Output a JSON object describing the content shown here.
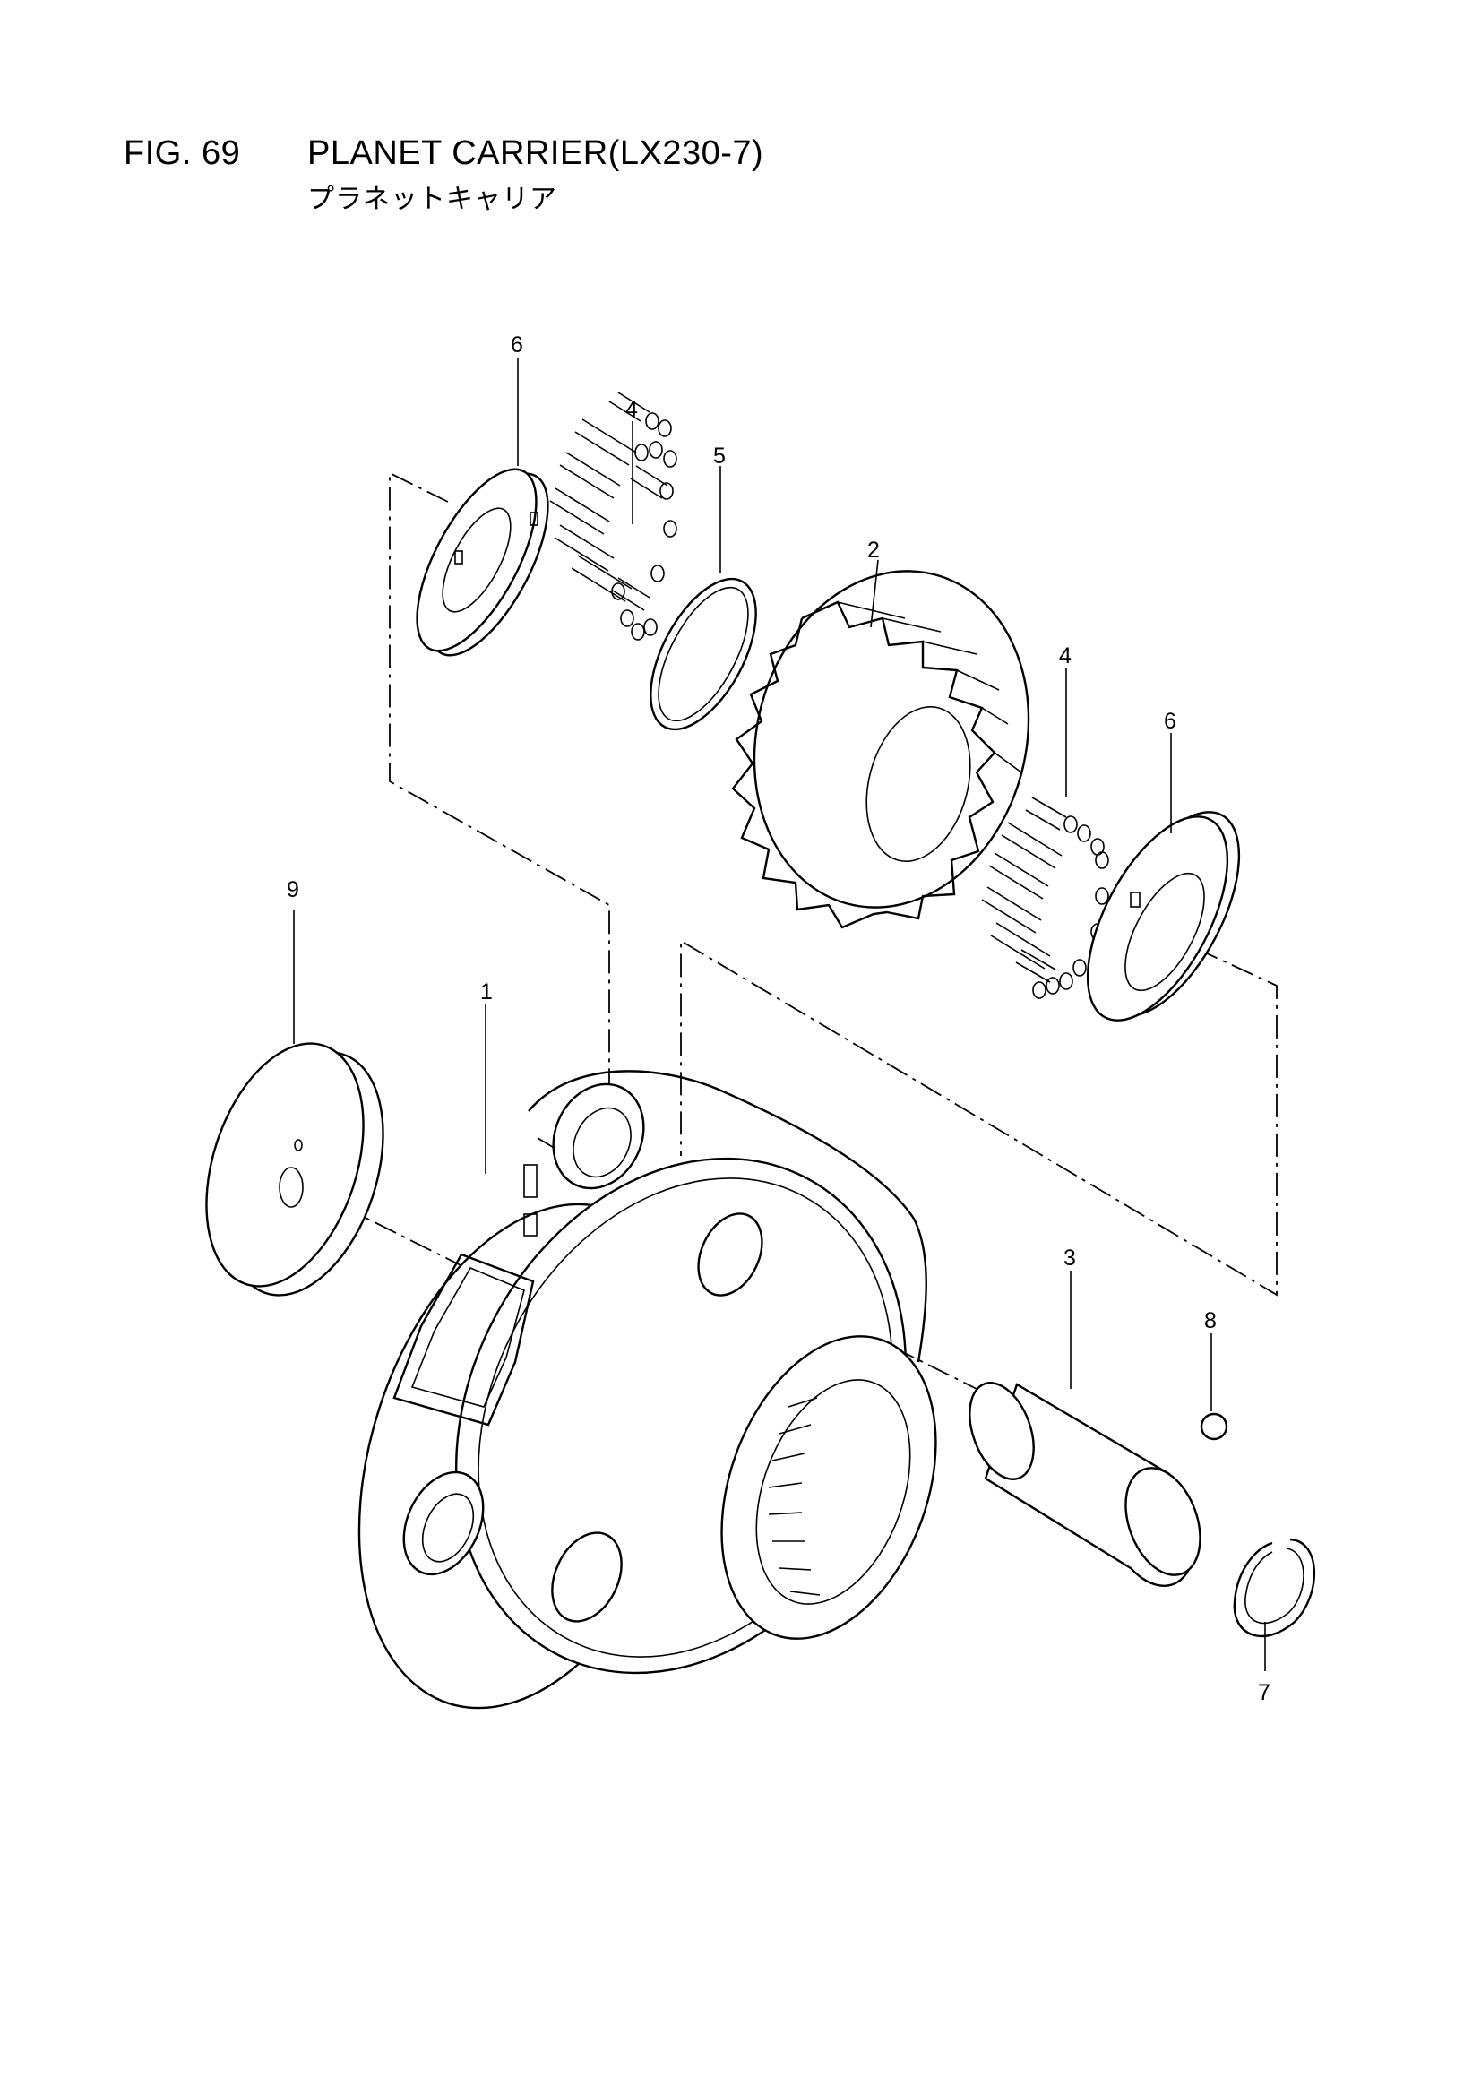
{
  "header": {
    "fig_number": "FIG. 69",
    "title": "PLANET CARRIER(LX230-7)",
    "subtitle": "プラネットキャリア"
  },
  "callouts": {
    "c1": "1",
    "c2": "2",
    "c3": "3",
    "c4a": "4",
    "c4b": "4",
    "c5": "5",
    "c6a": "6",
    "c6b": "6",
    "c7": "7",
    "c8": "8",
    "c9": "9"
  },
  "icons": {
    "planet_carrier": "planet-carrier-housing-icon",
    "planet_gear": "planet-gear-icon",
    "pin": "shaft-pin-icon",
    "needle_bearing": "needle-roller-bearing-icon",
    "spacer_ring": "spacer-ring-icon",
    "thrust_washer": "thrust-washer-icon",
    "snap_ring": "snap-ring-icon",
    "ball": "steel-ball-icon",
    "thrust_plate": "thrust-plate-icon"
  }
}
